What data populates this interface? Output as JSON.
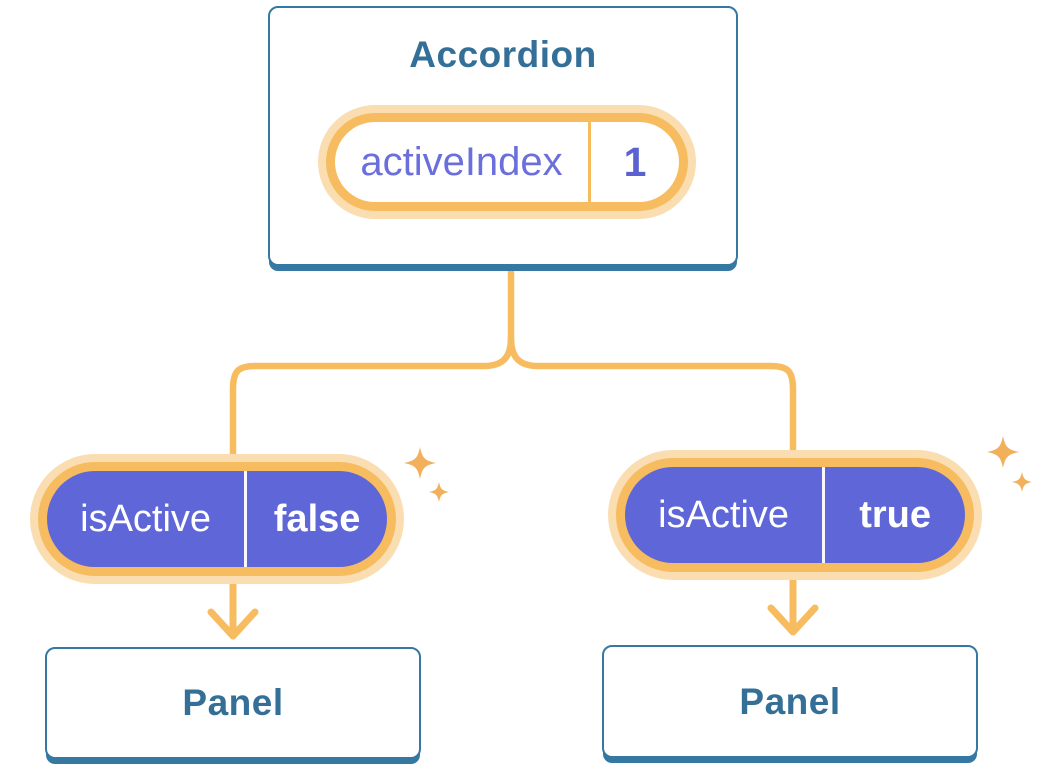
{
  "theme": {
    "orange": "#F7BC5F",
    "orange_soft": "#FADEB2",
    "purple": "#5F67D8",
    "indigo_name": "#6A6FDC",
    "indigo_value": "#5A61D0",
    "node_border": "#3579A2",
    "node_text": "#336F96",
    "sparkle": "#F3B05C",
    "bg": "#FFFFFF"
  },
  "diagram": {
    "root": {
      "title": "Accordion",
      "state": {
        "name": "activeIndex",
        "value": "1"
      }
    },
    "children": [
      {
        "prop": {
          "name": "isActive",
          "value": "false"
        },
        "component": "Panel"
      },
      {
        "prop": {
          "name": "isActive",
          "value": "true"
        },
        "component": "Panel"
      }
    ]
  }
}
